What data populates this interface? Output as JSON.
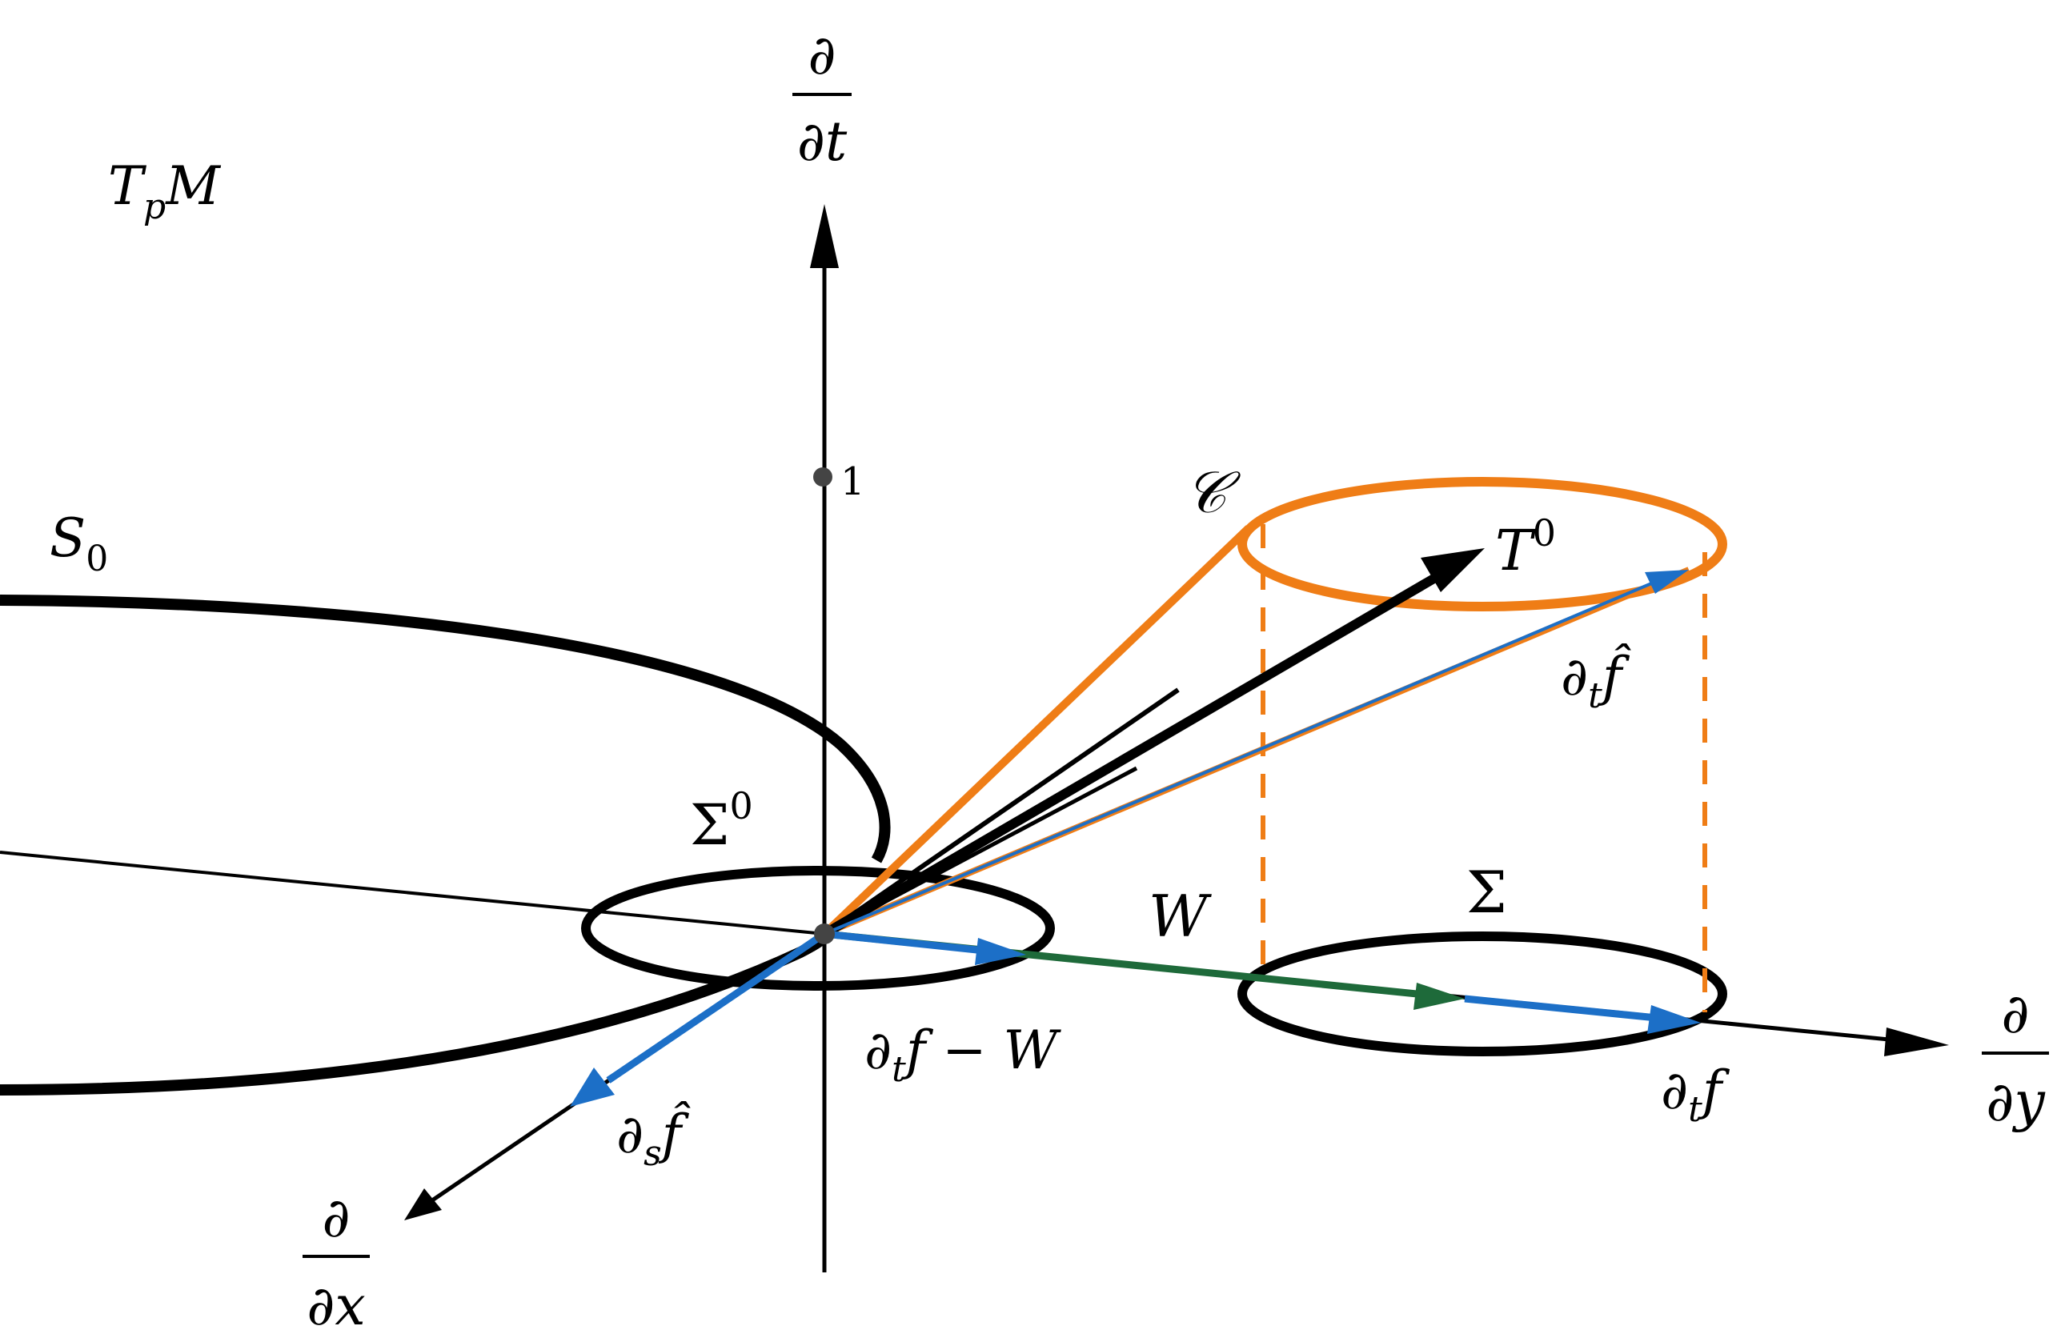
{
  "colors": {
    "black": "#000000",
    "orange": "#ef7d16",
    "blue": "#1c6fc7",
    "green": "#1e6a3a",
    "grey_point": "#444444"
  },
  "labels": {
    "tangent_space": {
      "main": "T",
      "sub": "p",
      "tail": "M"
    },
    "surface": {
      "main": "S",
      "sub": "0"
    },
    "axis_t": {
      "num": "∂",
      "den": "∂t"
    },
    "axis_x": {
      "num": "∂",
      "den": "∂x"
    },
    "axis_y": {
      "num": "∂",
      "den": "∂y"
    },
    "tick_one": "1",
    "cone": "𝒞",
    "t_zero": {
      "main": "T",
      "sup": "0"
    },
    "sigma_zero": {
      "main": "Σ",
      "sup": "0"
    },
    "sigma": "Σ",
    "w": "W",
    "dt_f_hat": {
      "main": "∂",
      "sub": "t",
      "tail": "f̂"
    },
    "dt_f_minus_w": {
      "main": "∂",
      "sub": "t",
      "tail": "f − W"
    },
    "dt_f": {
      "main": "∂",
      "sub": "t",
      "tail": "f"
    },
    "ds_f_hat": {
      "main": "∂",
      "sub": "s",
      "tail": "f̂"
    }
  }
}
